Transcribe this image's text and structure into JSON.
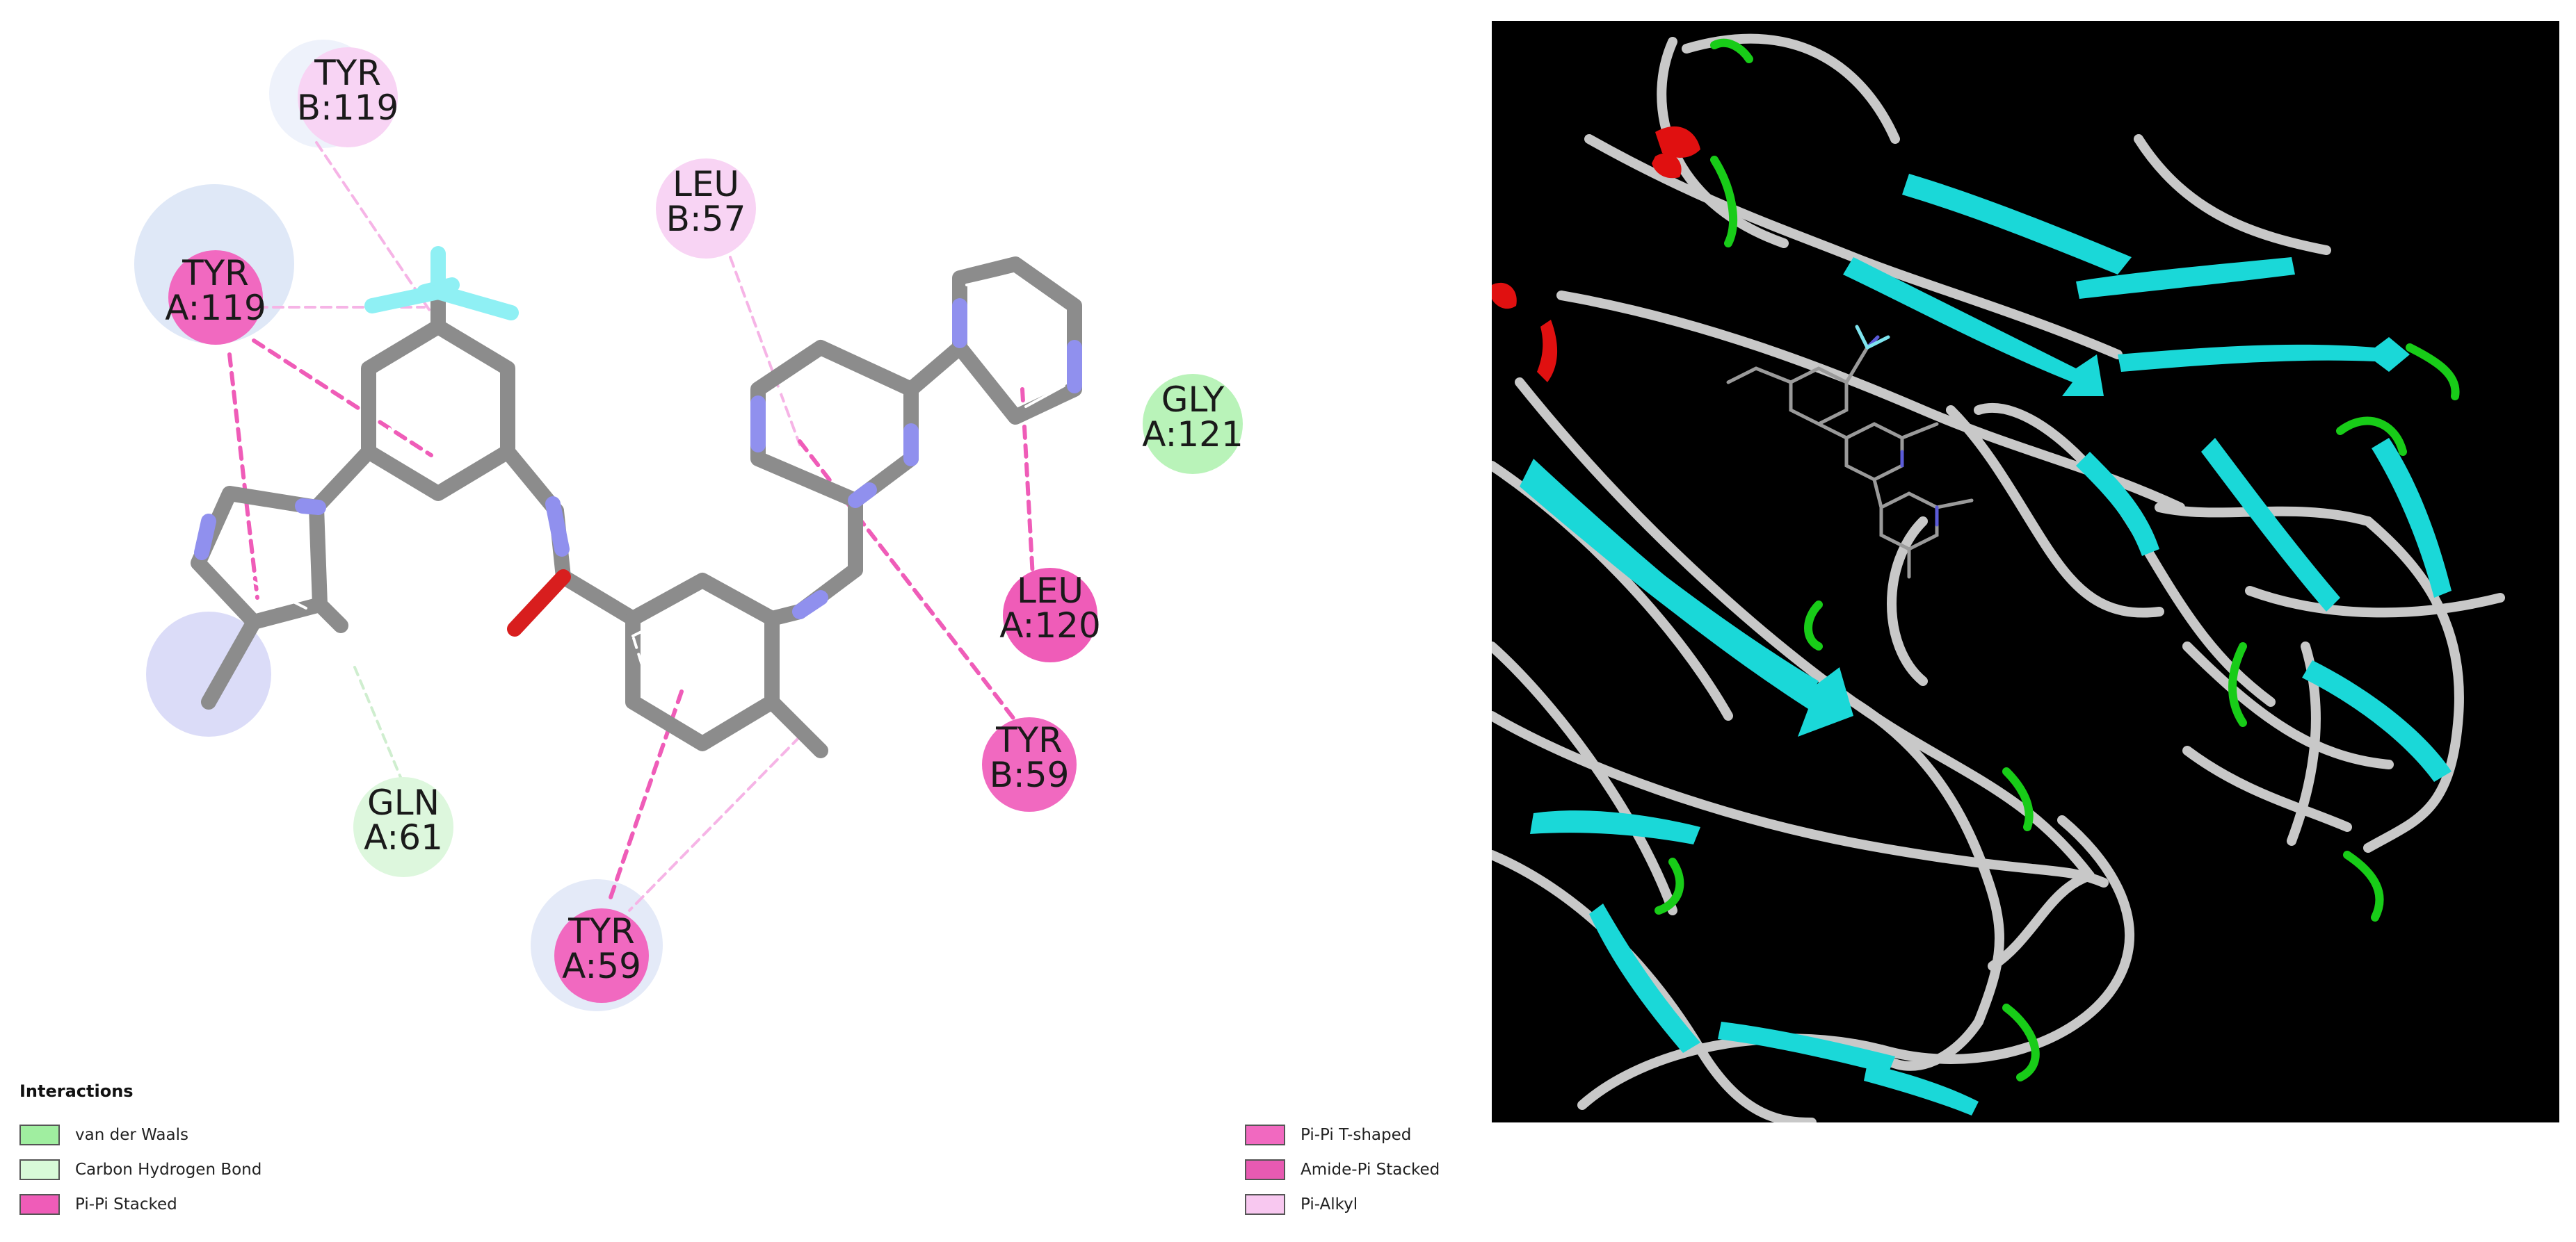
{
  "residues": [
    {
      "id": "tyr_b119",
      "name": "TYR",
      "chain_pos": "B:119",
      "interaction": "pi-alkyl"
    },
    {
      "id": "tyr_a119",
      "name": "TYR",
      "chain_pos": "A:119",
      "interaction": "pi-pi-t-shaped"
    },
    {
      "id": "leu_b57",
      "name": "LEU",
      "chain_pos": "B:57",
      "interaction": "pi-alkyl"
    },
    {
      "id": "gly_a121",
      "name": "GLY",
      "chain_pos": "A:121",
      "interaction": "van-der-waals"
    },
    {
      "id": "leu_a120",
      "name": "LEU",
      "chain_pos": "A:120",
      "interaction": "amide-pi-stacked"
    },
    {
      "id": "tyr_b59",
      "name": "TYR",
      "chain_pos": "B:59",
      "interaction": "pi-pi-t-shaped"
    },
    {
      "id": "gln_a61",
      "name": "GLN",
      "chain_pos": "A:61",
      "interaction": "carbon-hydrogen-bond"
    },
    {
      "id": "tyr_a59",
      "name": "TYR",
      "chain_pos": "A:59",
      "interaction": "pi-pi-t-shaped"
    }
  ],
  "legend": {
    "title": "Interactions",
    "items": [
      {
        "label": "van der Waals",
        "color": "#a0eea0"
      },
      {
        "label": "Carbon Hydrogen Bond",
        "color": "#d8fad8"
      },
      {
        "label": "Pi-Pi Stacked",
        "color": "#ef5cb8"
      },
      {
        "label": "Pi-Pi T-shaped",
        "color": "#f169c0"
      },
      {
        "label": "Amide-Pi Stacked",
        "color": "#e85ab2"
      },
      {
        "label": "Pi-Alkyl",
        "color": "#f8c8f0"
      }
    ]
  },
  "colors": {
    "carbon": "#8c8c8c",
    "nitrogen": "#9090ee",
    "oxygen": "#d81e1e",
    "fluorine": "#8ff0f4",
    "ribbon_coil": "#c8c8c8",
    "ribbon_sheet": "#1ad8d8",
    "ribbon_helix": "#e01010",
    "ribbon_turn": "#18cc18",
    "structure_background": "#000000"
  }
}
